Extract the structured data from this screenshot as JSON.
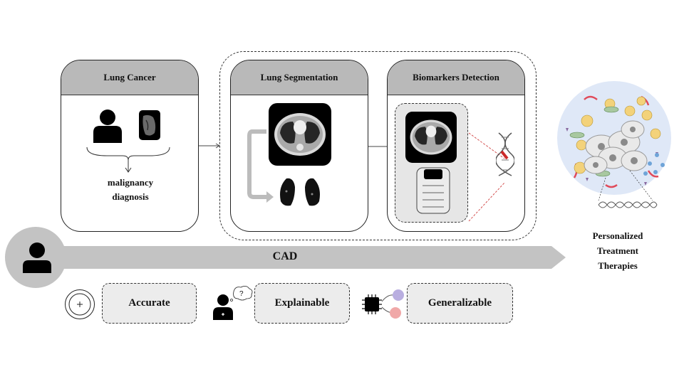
{
  "panels": {
    "lung_cancer": {
      "title": "Lung Cancer",
      "caption_line1": "malignancy",
      "caption_line2": "diagnosis"
    },
    "segmentation": {
      "title": "Lung Segmentation"
    },
    "biomarkers": {
      "title": "Biomarkers Detection"
    }
  },
  "pipeline": {
    "label": "CAD"
  },
  "outcome": {
    "line1": "Personalized",
    "line2": "Treatment",
    "line3": "Therapies"
  },
  "properties": [
    {
      "label": "Accurate",
      "icon": "target-icon"
    },
    {
      "label": "Explainable",
      "icon": "doctor-thinking-icon"
    },
    {
      "label": "Generalizable",
      "icon": "chip-icon"
    }
  ],
  "colors": {
    "header_gray": "#b9b9b9",
    "arrow_gray": "#c3c3c3",
    "cell_circle": "#dfe8f7",
    "cell_yellow": "#f3d27a",
    "accent_red": "#cc2a2a"
  }
}
